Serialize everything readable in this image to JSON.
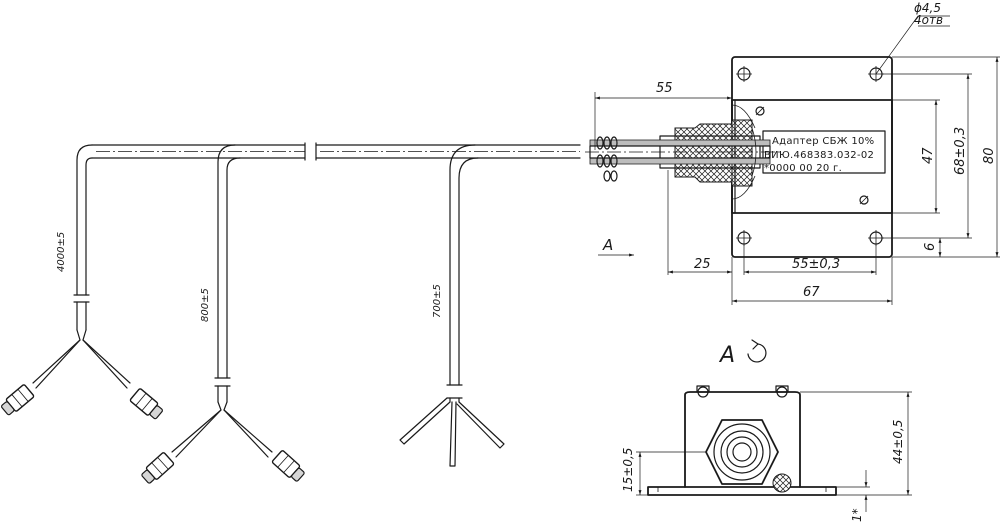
{
  "drawing": {
    "dimensions": {
      "d_hole": "ϕ4,5",
      "n_holes": "4отв",
      "len_55": "55",
      "h_47": "47",
      "h_68": "68±0,3",
      "h_80": "80",
      "w_25": "25",
      "w_55": "55±0,3",
      "w_67": "67",
      "v_6": "6",
      "h_15": "15±0,5",
      "h_44": "44±0,5",
      "v_1": "1*",
      "lead_4000": "4000±5",
      "lead_800": "800±5",
      "lead_700": "700±5"
    },
    "nameplate": {
      "line1": "Адаптер СБЖ 10%",
      "line2": "ВИЮ.468383.032-02",
      "line3": "*0000    00    20    г."
    },
    "view_arrow_label": "A",
    "view_label": "A"
  }
}
